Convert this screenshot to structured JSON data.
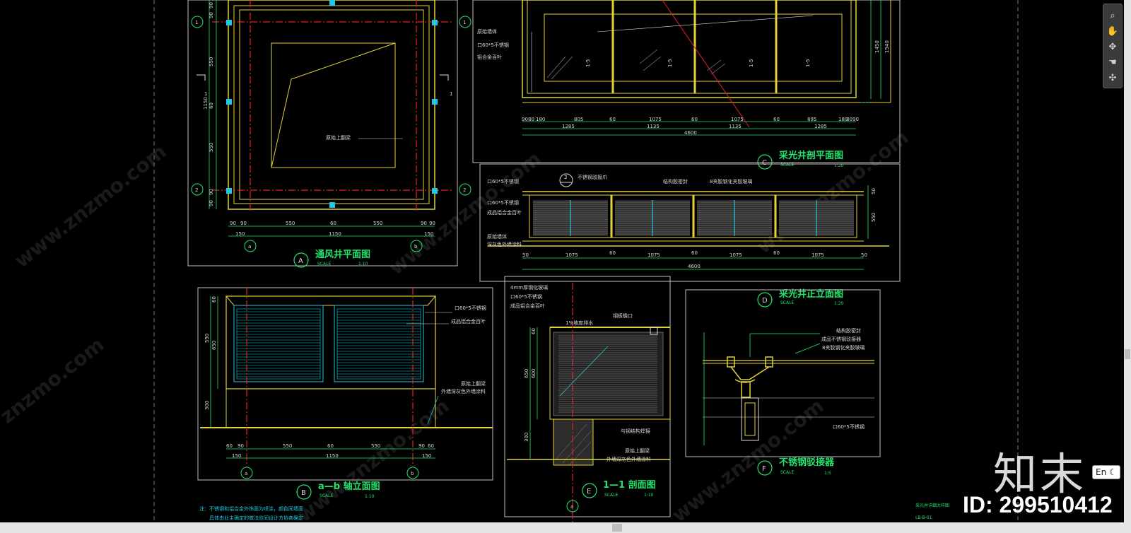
{
  "watermark": {
    "site": "www.znzmo.com",
    "short": "znzmo.com",
    "logo": "知末",
    "id_label": "ID: 299510412"
  },
  "ime": {
    "label": "En"
  },
  "toolbar": {
    "tools": [
      "zoom-icon",
      "pan-icon",
      "orbit-icon",
      "hand-icon",
      "steering-wheel-icon"
    ]
  },
  "panels": {
    "A": {
      "letter": "A",
      "title": "通风井平面图",
      "scale_word": "SCALE",
      "scale": "1:10",
      "axes_num": [
        "1",
        "2"
      ],
      "axes_letter": [
        "a",
        "b"
      ],
      "section_mark": "1",
      "note": "原始上翻梁",
      "dims_left": [
        "90",
        "90",
        "550",
        "60",
        "550",
        "90",
        "90",
        "1150"
      ],
      "dims_bottom_1": [
        "90",
        "90",
        "550",
        "60",
        "550",
        "90",
        "90"
      ],
      "dims_bottom_2": [
        "150",
        "1150",
        "150"
      ]
    },
    "B": {
      "letter": "B",
      "title": "a—b 轴立面图",
      "scale_word": "SCALE",
      "scale": "1:10",
      "axes_letter": [
        "a",
        "b"
      ],
      "labels": [
        "口60*5不锈钢",
        "成品铝合金百叶",
        "原始上翻梁",
        "外墙深灰色外墙涂料"
      ],
      "dims_left": [
        "60",
        "550",
        "650",
        "300"
      ],
      "dims_bottom_1": [
        "60",
        "90",
        "550",
        "60",
        "550",
        "90",
        "60"
      ],
      "dims_bottom_2": [
        "150",
        "1150",
        "150"
      ],
      "footnote_1": "注：不锈钢和铝合金外饰面为喷涂，颜色同墙面",
      "footnote_2": "具体由业主确定的做法应同设计方协商确定"
    },
    "C": {
      "letter": "C",
      "title": "采光井剖平面图",
      "scale_word": "SCALE",
      "scale": "1:20",
      "labels": [
        "原始墙体",
        "口60*5不锈钢",
        "铝合金百叶"
      ],
      "cols": [
        "1-5",
        "1-5",
        "1-5",
        "1-5"
      ],
      "dims_right": [
        "1450",
        "1540"
      ],
      "dims_bottom_1": [
        "90",
        "80",
        "180",
        "805",
        "60",
        "1075",
        "60",
        "1075",
        "60",
        "895",
        "180",
        "80",
        "90"
      ],
      "dims_bottom_2": [
        "1285",
        "1135",
        "1135",
        "1285"
      ],
      "dims_bottom_3": [
        "4600"
      ]
    },
    "D": {
      "letter": "D",
      "title": "采光井正立面图",
      "scale_word": "SCALE",
      "scale": "1:20",
      "marker": "3",
      "labels_top": [
        "口60*5不锈钢",
        "不锈钢驳接爪",
        "结构胶密封",
        "8夹胶钢化夹胶玻璃"
      ],
      "labels_left": [
        "口60*5不锈钢",
        "成品铝合金百叶",
        "原始墙体",
        "深灰色外墙涂料"
      ],
      "dims_right": [
        "50",
        "550"
      ],
      "dims_bottom_1": [
        "50",
        "1075",
        "60",
        "1075",
        "60",
        "1075",
        "60",
        "1075",
        "50"
      ],
      "dims_bottom_2": [
        "4600"
      ]
    },
    "E": {
      "letter": "E",
      "title": "1—1 剖面图",
      "scale_word": "SCALE",
      "scale": "1:10",
      "axis": "a",
      "labels": [
        "4mm厚钢化玻璃",
        "口60*5不锈钢",
        "成品铝合金百叶",
        "1%坡度排水",
        "钢板檐口",
        "与钢结构焊接",
        "原始上翻梁",
        "外墙深灰色外墙涂料"
      ],
      "dims_left": [
        "60",
        "650",
        "600",
        "300"
      ]
    },
    "F": {
      "letter": "F",
      "title": "不锈钢驳接器",
      "scale_word": "SCALE",
      "scale": "1:5",
      "labels": [
        "结构胶密封",
        "成品不锈钢驳接器",
        "8夹胶钢化夹胶玻璃",
        "口60*5不锈钢"
      ]
    }
  },
  "sheet": {
    "line1": "采光井详细大样图",
    "line2": "LB-B-01"
  }
}
